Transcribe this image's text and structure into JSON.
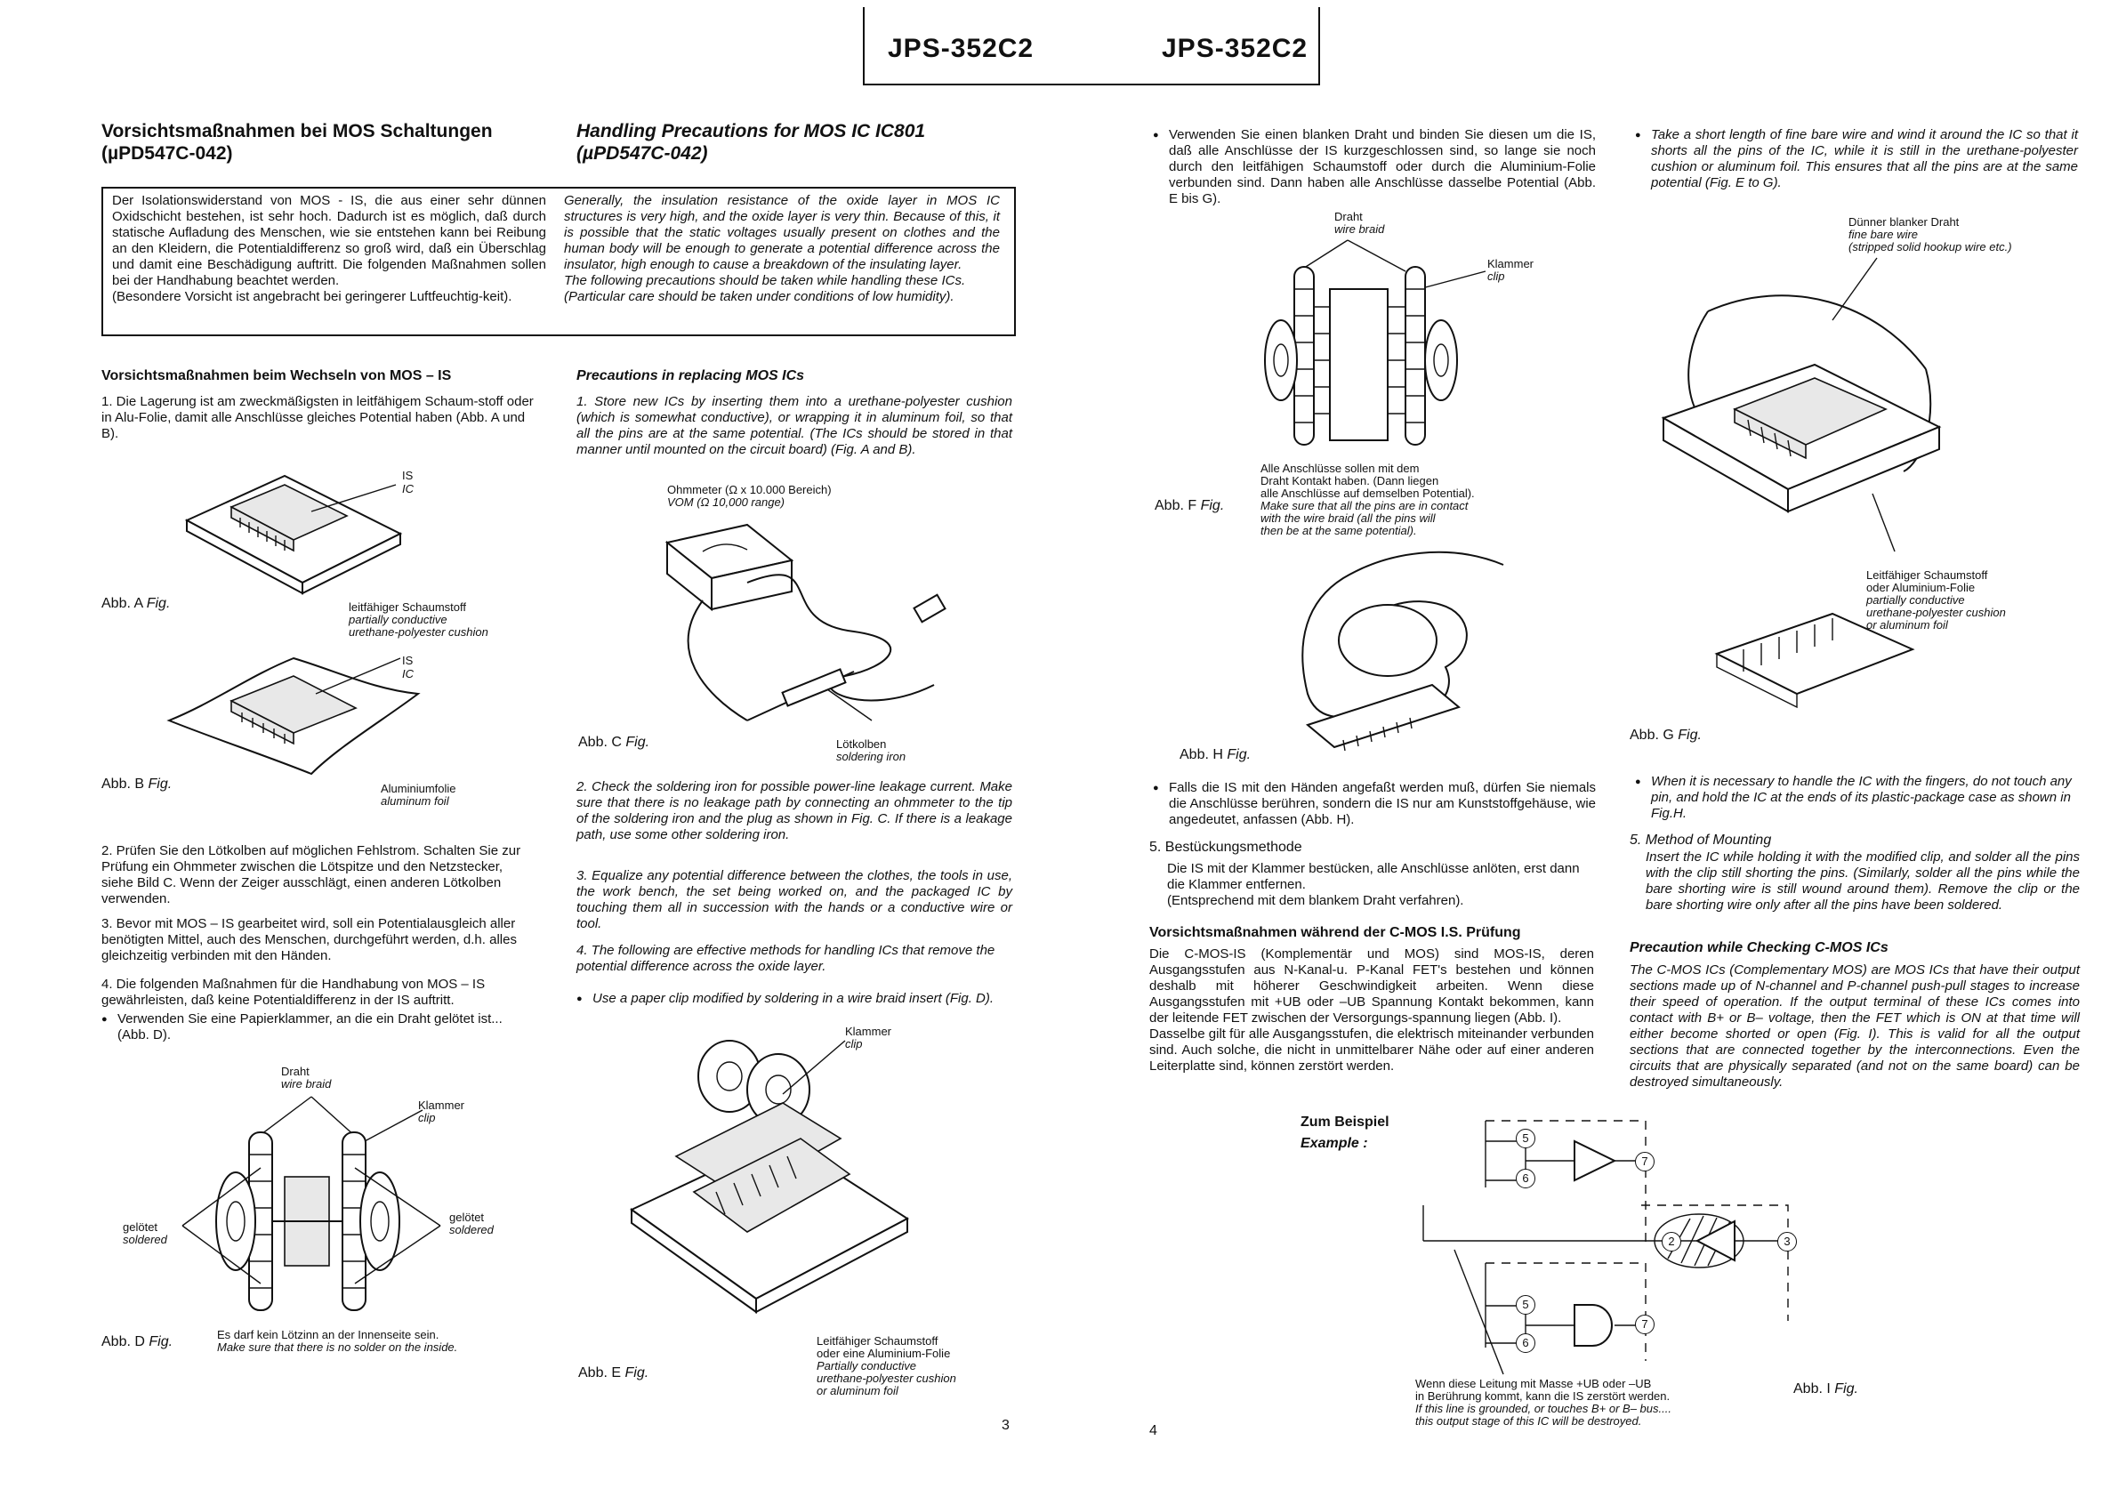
{
  "header": {
    "model_left": "JPS-352C2",
    "model_right": "JPS-352C2"
  },
  "page3": {
    "title_de": "Vorsichtsmaßnahmen bei MOS Schaltungen (µPD547C-042)",
    "title_en": "Handling Precautions for MOS IC IC801 (µPD547C-042)",
    "box_de": "Der Isolationswiderstand von MOS - IS, die aus einer sehr dünnen Oxidschicht bestehen, ist sehr hoch. Dadurch ist es möglich, daß durch statische Aufladung des Menschen, wie sie entstehen kann bei Reibung an den Kleidern, die Potentialdifferenz so groß wird, daß ein Überschlag und damit eine Beschädigung auftritt. Die folgenden Maßnahmen sollen bei der Handhabung beachtet werden.",
    "box_de2": "(Besondere Vorsicht ist angebracht bei geringerer Luftfeuchtig-keit).",
    "box_en": "Generally, the insulation resistance of the oxide layer in MOS IC structures is very high, and the oxide layer is very thin. Because of this, it is possible that the static voltages usually present on clothes and the human body will be enough to generate a potential difference across the insulator, high enough to cause a breakdown of the insulating layer.",
    "box_en2": "The following precautions should be taken while handling these ICs.",
    "box_en3": "(Particular care should be taken under conditions of low humidity).",
    "sub_de": "Vorsichtsmaßnahmen beim Wechseln von MOS – IS",
    "sub_en": "Precautions in replacing MOS ICs",
    "de_1": "1. Die Lagerung ist am zweckmäßigsten in leitfähigem Schaum-stoff oder in Alu-Folie, damit alle Anschlüsse gleiches Potential haben (Abb. A und B).",
    "en_1": "1. Store new ICs by inserting them into a urethane-polyester cushion (which is somewhat conductive), or wrapping it in aluminum foil, so that all the pins are at the same potential. (The ICs should be stored in that manner until mounted on the circuit board) (Fig. A and B).",
    "fig_a": {
      "is": "IS",
      "ic": "IC",
      "label": "Abb. A",
      "label_en": "Fig.",
      "cap_de": "leitfähiger Schaumstoff",
      "cap_en1": "partially conductive",
      "cap_en2": "urethane-polyester cushion"
    },
    "fig_b": {
      "is": "IS",
      "ic": "IC",
      "label": "Abb. B",
      "label_en": "Fig.",
      "cap_de": "Aluminiumfolie",
      "cap_en": "aluminum foil"
    },
    "fig_c": {
      "title_de": "Ohmmeter (Ω x 10.000 Bereich)",
      "title_en": "VOM (Ω 10,000 range)",
      "label": "Abb. C",
      "label_en": "Fig.",
      "cap_de": "Lötkolben",
      "cap_en": "soldering iron"
    },
    "de_2": "2. Prüfen Sie den Lötkolben auf möglichen Fehlstrom. Schalten Sie zur Prüfung ein Ohmmeter zwischen die Lötspitze und den Netzstecker, siehe Bild C. Wenn der Zeiger ausschlägt, einen anderen Lötkolben verwenden.",
    "de_3": "3. Bevor mit MOS – IS gearbeitet wird, soll ein Potentialausgleich aller benötigten Mittel, auch des Menschen, durchgeführt werden, d.h. alles gleichzeitig verbinden mit den Händen.",
    "de_4": "4. Die folgenden Maßnahmen für die Handhabung von MOS – IS gewährleisten, daß keine Potentialdifferenz in der IS auftritt.",
    "de_bullet": "Verwenden Sie eine Papierklammer, an die ein Draht gelötet ist... (Abb. D).",
    "en_2": "2. Check the soldering iron for possible power-line leakage current. Make sure that there is no leakage path by connecting an ohmmeter to the tip of the soldering iron and the plug as shown in Fig. C. If there is a leakage path, use some other soldering iron.",
    "en_3": "3. Equalize any potential difference between the clothes, the tools in use, the work bench, the set being worked on, and the packaged IC by touching them all in succession with the hands or a conductive wire or tool.",
    "en_4": "4. The following are effective methods for handling ICs that remove the potential difference across the oxide layer.",
    "en_bullet": "Use a paper clip modified by soldering in a wire braid insert (Fig. D).",
    "fig_d": {
      "draht": "Draht",
      "wire": "wire braid",
      "klammer": "Klammer",
      "clip": "clip",
      "gel_l": "gelötet",
      "sol_l": "soldered",
      "gel_r": "gelötet",
      "sol_r": "soldered",
      "label": "Abb. D",
      "label_en": "Fig.",
      "cap_de": "Es darf kein Lötzinn an der Innenseite sein.",
      "cap_en": "Make sure that there is no solder on the inside."
    },
    "fig_e": {
      "klammer": "Klammer",
      "clip": "clip",
      "label": "Abb. E",
      "label_en": "Fig.",
      "cap_de1": "Leitfähiger Schaumstoff",
      "cap_de2": "oder eine Aluminium-Folie",
      "cap_en1": "Partially conductive",
      "cap_en2": "urethane-polyester cushion",
      "cap_en3": "or aluminum foil"
    },
    "page_no": "3"
  },
  "page4": {
    "de_top": "Verwenden Sie einen blanken Draht und binden Sie diesen um die IS, daß alle Anschlüsse der IS kurzgeschlossen sind, so lange sie noch durch den leitfähigen Schaumstoff oder durch die Aluminium-Folie verbunden sind. Dann haben alle Anschlüsse dasselbe Potential (Abb. E bis G).",
    "en_top": "Take a short length of fine bare wire and wind it around the IC so that it shorts all the pins of the IC, while it is still in the urethane-polyester cushion or aluminum foil. This ensures that all the pins are at the same potential (Fig. E to G).",
    "fig_f": {
      "draht": "Draht",
      "wire": "wire braid",
      "klammer": "Klammer",
      "clip": "clip",
      "label": "Abb. F",
      "label_en": "Fig.",
      "cap_de1": "Alle Anschlüsse sollen mit dem",
      "cap_de2": "Draht Kontakt haben. (Dann liegen",
      "cap_de3": "alle Anschlüsse auf demselben Potential).",
      "cap_en1": "Make sure that all the pins are in contact",
      "cap_en2": "with the wire braid (all the pins will",
      "cap_en3": "then be at the same potential)."
    },
    "fig_g": {
      "top_de": "Dünner blanker Draht",
      "top_en1": "fine bare wire",
      "top_en2": "(stripped solid hookup wire etc.)",
      "cap_de1": "Leitfähiger Schaumstoff",
      "cap_de2": "oder Aluminium-Folie",
      "cap_en1": "partially conductive",
      "cap_en2": "urethane-polyester cushion",
      "cap_en3": "or aluminum foil",
      "label": "Abb. G",
      "label_en": "Fig."
    },
    "fig_h": {
      "label": "Abb. H",
      "label_en": "Fig."
    },
    "de_h": "Falls die IS mit den Händen angefaßt werden muß, dürfen Sie niemals die Anschlüsse berühren, sondern die IS nur am Kunststoffgehäuse, wie angedeutet, anfassen (Abb. H).",
    "en_h": "When it is necessary to handle the IC with the fingers, do not touch any pin, and hold the IC at the ends of its plastic-package case as shown in Fig.H.",
    "de_5_title": "5. Bestückungsmethode",
    "de_5": "Die IS mit der Klammer bestücken, alle Anschlüsse anlöten, erst dann die Klammer entfernen.",
    "de_5b": "(Entsprechend mit dem blankem Draht verfahren).",
    "en_5_title": "5. Method of Mounting",
    "en_5": "Insert the IC while holding it with the modified clip, and solder all the pins with the clip still shorting the pins. (Similarly, solder all the pins while the bare shorting wire is still wound around them). Remove the clip or the bare shorting wire only after all the pins have been soldered.",
    "cmos_de_title": "Vorsichtsmaßnahmen während der C-MOS I.S. Prüfung",
    "cmos_de": "Die C-MOS-IS (Komplementär und MOS) sind MOS-IS, deren Ausgangsstufen aus N-Kanal-u. P-Kanal FET's bestehen und können deshalb mit höherer Geschwindigkeit arbeiten. Wenn diese Ausgangsstufen mit +UB oder –UB Spannung Kontakt bekommen, kann der leitende FET zwischen der Versorgungs-spannung liegen (Abb. I).",
    "cmos_de2": "Dasselbe gilt für alle Ausgangsstufen, die elektrisch miteinander verbunden sind. Auch solche, die nicht in unmittelbarer Nähe oder auf einer anderen Leiterplatte sind, können zerstört werden.",
    "cmos_en_title": "Precaution while Checking C-MOS ICs",
    "cmos_en": "The C-MOS ICs (Complementary MOS) are MOS ICs that have their output sections made up of N-channel and P-channel push-pull stages to increase their speed of operation. If the output terminal of these ICs comes into contact with B+ or B– voltage, then the FET which is ON at that time will either become shorted or open (Fig. I). This is valid for all the output sections that are connected together by the interconnections. Even the circuits that are physically separated (and not on the same board) can be destroyed simultaneously.",
    "fig_i": {
      "zum": "Zum Beispiel",
      "example": "Example :",
      "n5a": "5",
      "n6a": "6",
      "n7a": "7",
      "n2": "2",
      "n3": "3",
      "n5b": "5",
      "n6b": "6",
      "n7b": "7",
      "cap_de1": "Wenn diese Leitung mit Masse +UB oder –UB",
      "cap_de2": "in Berührung kommt, kann die IS zerstört werden.",
      "cap_en1": "If this line is grounded, or touches B+ or B– bus....",
      "cap_en2": "this output stage of this IC will be destroyed.",
      "label": "Abb. I",
      "label_en": "Fig."
    },
    "page_no": "4"
  }
}
